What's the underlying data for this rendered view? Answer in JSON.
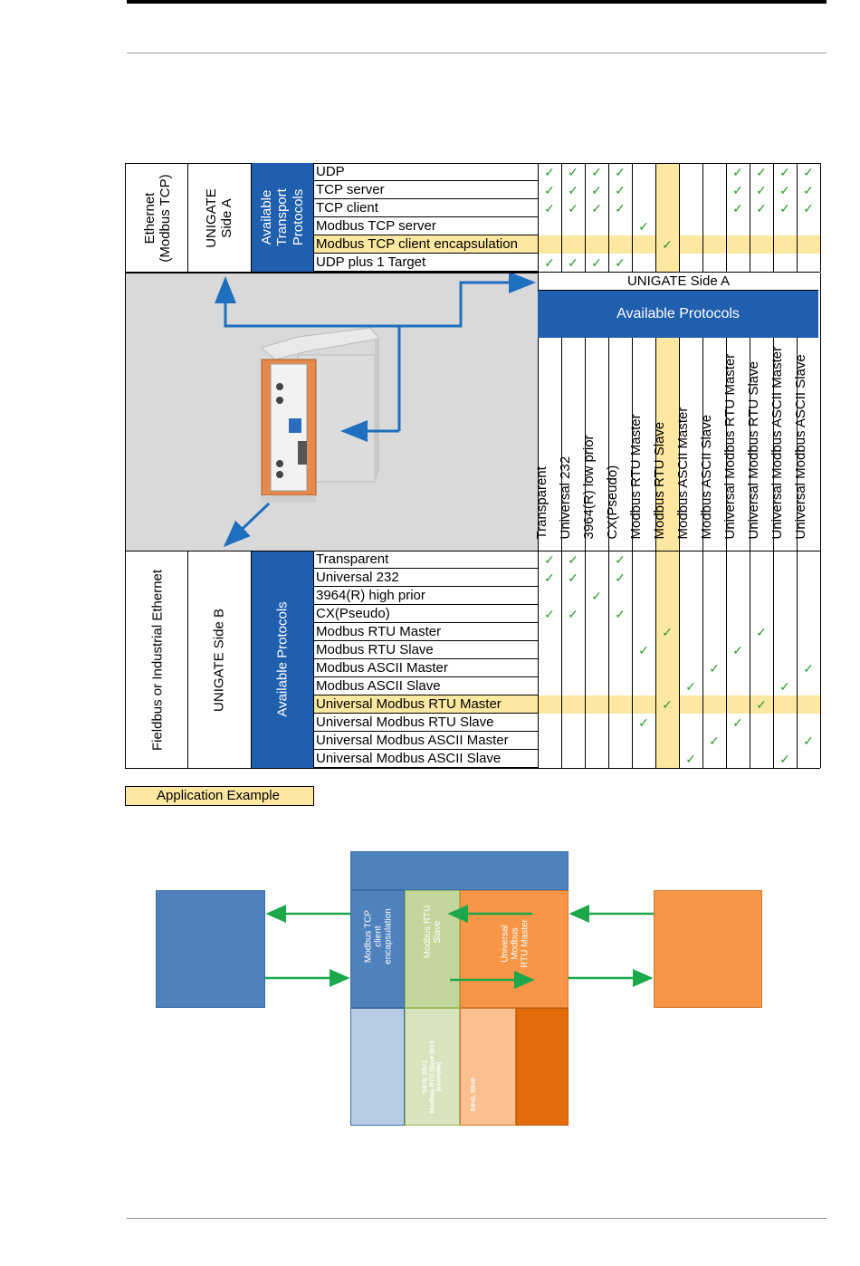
{
  "matrix": {
    "columns": [
      "Transparent",
      "Universal 232",
      "3964(R) low prior",
      "CX(Pseudo)",
      "Modbus RTU Master",
      "Modbus RTU Slave",
      "Modbus ASCII Master",
      "Modbus ASCII Slave",
      "Universal Modbus RTU Master",
      "Universal Modbus RTU Slave",
      "Universal Modbus ASCII Master",
      "Universal Modbus ASCII Slave"
    ],
    "highlight_column": 5,
    "top_group": {
      "outer_label": "Ethernet\n(Modbus TCP)",
      "side_label": "UNIGATE\nSide A",
      "band_label": "Available\nTransport\nProtocols"
    },
    "top_rows": [
      {
        "label": "UDP",
        "checks": [
          0,
          1,
          2,
          3,
          8,
          9,
          10,
          11
        ],
        "highlight": false
      },
      {
        "label": "TCP server",
        "checks": [
          0,
          1,
          2,
          3,
          8,
          9,
          10,
          11
        ],
        "highlight": false
      },
      {
        "label": "TCP client",
        "checks": [
          0,
          1,
          2,
          3,
          8,
          9,
          10,
          11
        ],
        "highlight": false
      },
      {
        "label": "Modbus TCP server",
        "checks": [
          4
        ],
        "highlight": false
      },
      {
        "label": "Modbus TCP client encapsulation",
        "checks": [
          5
        ],
        "highlight": true
      },
      {
        "label": "UDP plus 1 Target",
        "checks": [
          0,
          1,
          2,
          3
        ],
        "highlight": false
      }
    ],
    "side_a_header": "UNIGATE Side A",
    "protocols_header": "Available Protocols",
    "bottom_group": {
      "outer_label": "Fieldbus or Industrial Ethernet",
      "side_label": "UNIGATE Side B",
      "band_label": "Available Protocols"
    },
    "bottom_rows": [
      {
        "label": "Transparent",
        "checks": [
          0,
          1,
          3
        ],
        "highlight": false
      },
      {
        "label": "Universal 232",
        "checks": [
          0,
          1,
          3
        ],
        "highlight": false
      },
      {
        "label": "3964(R) high prior",
        "checks": [
          2
        ],
        "highlight": false
      },
      {
        "label": "CX(Pseudo)",
        "checks": [
          0,
          1,
          3
        ],
        "highlight": false
      },
      {
        "label": "Modbus RTU Master",
        "checks": [
          5,
          9
        ],
        "highlight": false
      },
      {
        "label": "Modbus RTU Slave",
        "checks": [
          4,
          8
        ],
        "highlight": false
      },
      {
        "label": "Modbus ASCII Master",
        "checks": [
          7,
          11
        ],
        "highlight": false
      },
      {
        "label": "Modbus ASCII Slave",
        "checks": [
          6,
          10
        ],
        "highlight": false
      },
      {
        "label": "Universal Modbus RTU Master",
        "checks": [
          5,
          9
        ],
        "highlight": true
      },
      {
        "label": "Universal Modbus RTU Slave",
        "checks": [
          4,
          8
        ],
        "highlight": false
      },
      {
        "label": "Universal Modbus ASCII Master",
        "checks": [
          7,
          11
        ],
        "highlight": false
      },
      {
        "label": "Universal Modbus ASCII Slave",
        "checks": [
          6,
          10
        ],
        "highlight": false
      }
    ],
    "check_glyph": "✓"
  },
  "legend": {
    "label": "Application Example"
  },
  "diagram": {
    "box_tcp": "Modbus TCP\nclient\nencapsulation",
    "box_rtu_slave": "Modbus RTU\nSlave",
    "box_universal": "Universal\nModbus\nRTU Master",
    "lower_slave": "S4=0, S5=1\nModbus RTU Slave ID=1\n(example)",
    "lower_master": "S4=0, S5=0"
  },
  "colors": {
    "blue": "#1f5fad",
    "highlight": "#fce8a0",
    "check": "#2d9a2d",
    "green_arrow": "#1aa84a",
    "orange": "#f79646"
  }
}
